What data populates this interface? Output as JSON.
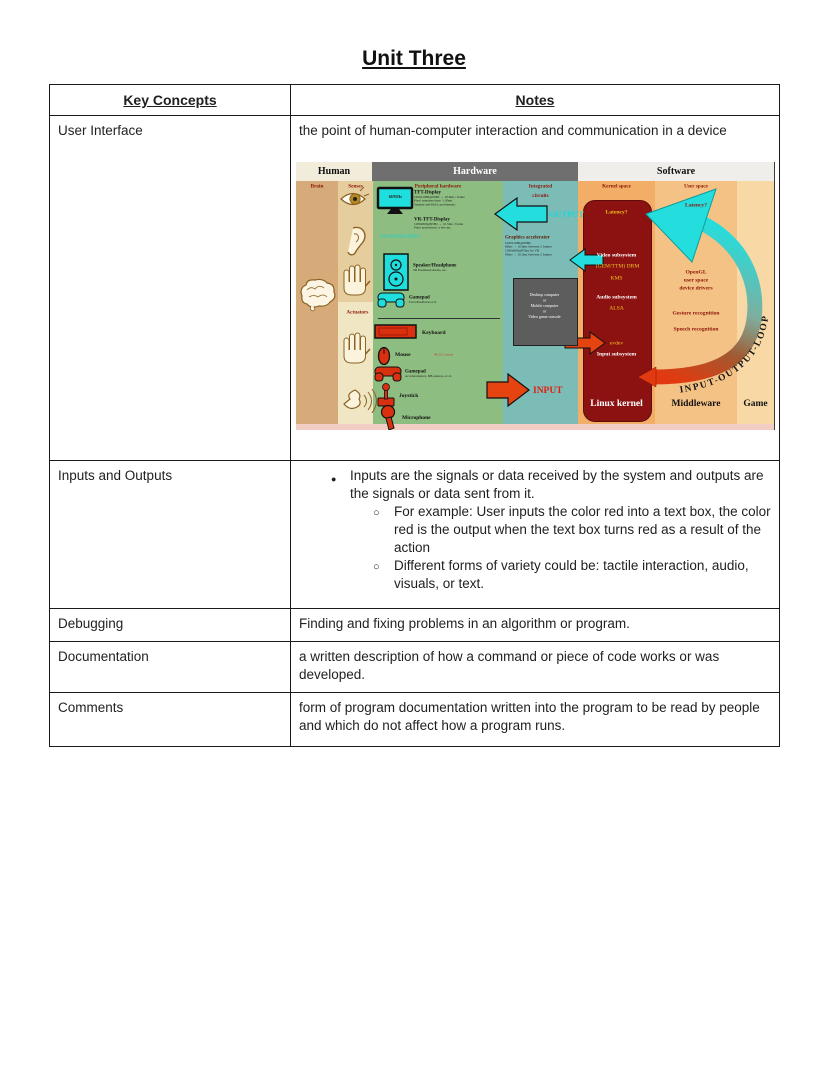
{
  "title": "Unit Three",
  "table": {
    "header": {
      "key_concepts": "Key Concepts",
      "notes": "Notes"
    },
    "rows": {
      "user_interface": {
        "concept": "User Interface",
        "note": "the point of human-computer interaction and communication in a device"
      },
      "inputs_outputs": {
        "concept": "Inputs and Outputs",
        "bullet": "Inputs are the signals or data received by the system and outputs are the signals or data sent from it.",
        "sub_bullets": [
          "For example: User inputs the color red into a text box, the color red is the output when the text box turns red as a result of the action",
          "Different forms of variety could be: tactile interaction, audio, visuals, or text."
        ]
      },
      "debugging": {
        "concept": "Debugging",
        "note": "Finding and fixing problems in an algorithm or program."
      },
      "documentation": {
        "concept": "Documentation",
        "note": "a written description of how a command or piece of code works or was developed."
      },
      "comments": {
        "concept": "Comments",
        "note": "form of program documentation written into the program to be read by people and which do not affect how a program runs."
      }
    }
  },
  "diagram": {
    "headers": {
      "human": "Human",
      "hardware": "Hardware",
      "software": "Software"
    },
    "subheaders": {
      "brain": "Brain",
      "senses": "Senses",
      "actuators": "Actuators",
      "peripheral_hardware": "Peripheral hardware",
      "integrated_circuits": "Integrated circuits",
      "kernel_space": "Kernel space",
      "user_space": "User space"
    },
    "peripherals": {
      "monitor_screen": "60/95Hz",
      "tft": {
        "label": "TFT-Display",
        "d1": "1920x1080@60Hz → 16.6ms / frame",
        "d2": "Pixel response time: 1-20ms",
        "d3": "Sample-and-Hold: problematic"
      },
      "vr": {
        "label": "VR-TFT-Display",
        "d1": "1280x800@95Hz → 10.5ms / frame",
        "d2": "Pixel persistence: a few ms",
        "link": "Low-persistence display"
      },
      "speaker": {
        "label": "Speaker/Headphone",
        "d1": "3D Positional Audio, etc."
      },
      "gamepad_out": {
        "label": "Gamepad",
        "d1": "ForceFeedback et al."
      },
      "keyboard": {
        "label": "Keyboard"
      },
      "mouse": {
        "label": "Mouse",
        "note": "40/125 counts"
      },
      "gamepad_in": {
        "label": "Gamepad",
        "d1": "Accelerometers, DB-sensors, et al."
      },
      "joystick": {
        "label": "Joystick"
      },
      "microphone": {
        "label": "Microphone"
      }
    },
    "integrated": {
      "gpu": {
        "label": "Graphics accelerator",
        "d1": "1920x1080@60Hz:",
        "d2": "60fps → 16.6ms between 2 frames",
        "d3": "1280x800@95fps for VR",
        "d4": "95fps → 10.5ms between 2 frames"
      },
      "computer": {
        "l1": "Desktop computer",
        "l2": "or",
        "l3": "Mobile computer",
        "l4": "or",
        "l5": "Video game console"
      }
    },
    "labels": {
      "output": "OUTPUT",
      "input": "INPUT",
      "loop": "INPUT-OUTPUT-LOOP"
    },
    "kernel": {
      "latency": "Latency?",
      "video": "Video subsystem",
      "drm": "(GEM/TTM) DRM",
      "kms": "KMS",
      "audio": "Audio subsystem",
      "alsa": "ALSA",
      "evdev": "evdev",
      "input_subsystem": "Input subsystem",
      "name": "Linux kernel"
    },
    "userspace": {
      "latency": "Latency?",
      "opengl1": "OpenGL",
      "opengl2": "user space",
      "opengl3": "device drivers",
      "gesture": "Gesture recognition",
      "speech": "Speech recognition",
      "middleware": "Middleware",
      "game": "Game"
    }
  },
  "colors": {
    "cyan": "#24dede",
    "red_arrow": "#e5430f",
    "kernel_red": "#8c1212",
    "yellow": "#f2c21c",
    "dark_red_text": "#8b1505",
    "hardware_band": "#6f6f6f"
  }
}
